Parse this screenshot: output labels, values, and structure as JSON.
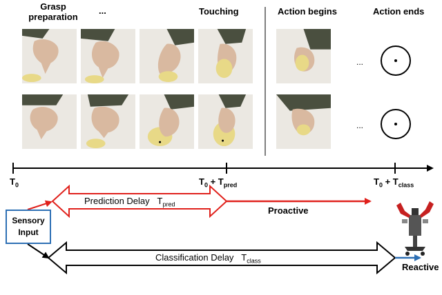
{
  "columns": {
    "grasp_line1": "Grasp",
    "grasp_line2": "preparation",
    "ellipsis_top": "...",
    "touching": "Touching",
    "action_begins": "Action begins",
    "action_ends": "Action ends"
  },
  "row_ellipsis": [
    "...",
    "..."
  ],
  "timeline": {
    "t0": {
      "main": "T",
      "sub": "0"
    },
    "tpred": {
      "main": "T",
      "sub1": "0",
      "plus": " + ",
      "main2": "T",
      "sub2": "pred"
    },
    "tclass": {
      "main": "T",
      "sub1": "0",
      "plus": " + ",
      "main2": "T",
      "sub2": "class"
    }
  },
  "arrows": {
    "prediction_delay": {
      "text": "Prediction Delay",
      "symbol": "T",
      "sub": "pred"
    },
    "proactive": "Proactive",
    "classification_delay": {
      "text": "Classification Delay",
      "symbol": "T",
      "sub": "class"
    },
    "reactive": "Reactive"
  },
  "sensory_input": {
    "line1": "Sensory",
    "line2": "Input"
  },
  "colors": {
    "red": "#e0201b",
    "blue": "#2d6fb4",
    "black": "#000000"
  }
}
